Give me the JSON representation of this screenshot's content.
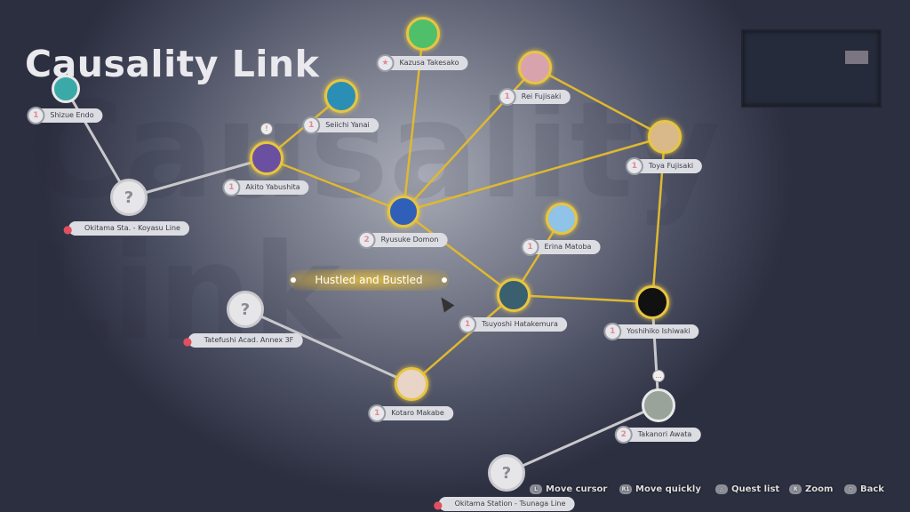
{
  "title": "Causality Link",
  "quest": {
    "label": "Hustled and Bustled"
  },
  "nodes": {
    "shizue": {
      "name": "Shizue Endo",
      "badge": "1"
    },
    "koyasu": {
      "location": "Okitama Sta. - Koyasu Line",
      "icon": "?"
    },
    "akito": {
      "name": "Akito Yabushita",
      "badge": "1",
      "alert": "!"
    },
    "seiichi": {
      "name": "Seiichi Yanai",
      "badge": "1"
    },
    "kazusa": {
      "name": "Kazusa Takesako",
      "badge": "★"
    },
    "rei": {
      "name": "Rei Fujisaki",
      "badge": "1"
    },
    "toya": {
      "name": "Toya Fujisaki",
      "badge": "1"
    },
    "ryusuke": {
      "name": "Ryusuke Domon",
      "badge": "2"
    },
    "erina": {
      "name": "Erina Matoba",
      "badge": "1"
    },
    "tsuyoshi": {
      "name": "Tsuyoshi Hatakemura",
      "badge": "1"
    },
    "yoshihiko": {
      "name": "Yoshihiko Ishiwaki",
      "badge": "1"
    },
    "tatefushi": {
      "location": "Tatefushi Acad. Annex 3F",
      "icon": "?"
    },
    "kotaro": {
      "name": "Kotaro Makabe",
      "badge": "1"
    },
    "takanori": {
      "name": "Takanori Awata",
      "badge": "2",
      "alert": "..."
    },
    "tsunaga": {
      "location": "Okitama Station - Tsunaga Line",
      "icon": "?"
    }
  },
  "controls": [
    {
      "key": "L",
      "label": "Move cursor"
    },
    {
      "key": "R1",
      "label": "Move quickly"
    },
    {
      "key": "△",
      "label": "Quest list"
    },
    {
      "key": "R",
      "label": "Zoom"
    },
    {
      "key": "○",
      "label": "Back"
    }
  ],
  "colors": {
    "link_active": "#e0b830",
    "link_inactive": "#c8c8cc",
    "accent": "#e8c540"
  }
}
